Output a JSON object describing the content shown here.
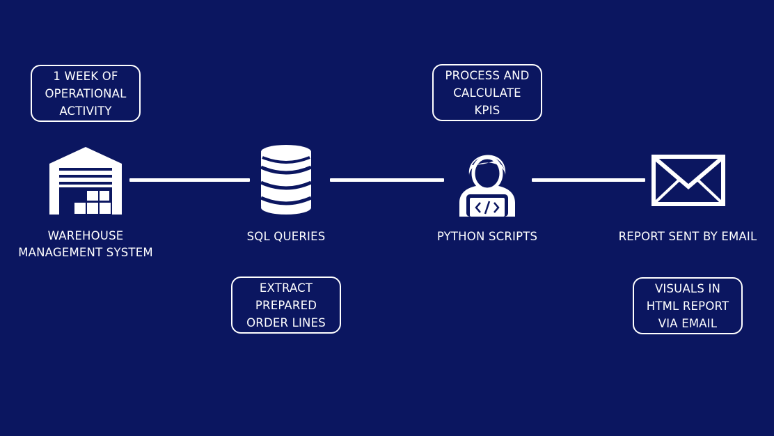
{
  "steps": [
    {
      "id": "warehouse",
      "icon": "warehouse-icon",
      "label_lines": [
        "WAREHOUSE",
        "MANAGEMENT SYSTEM"
      ],
      "note_lines": [
        "1 WEEK OF",
        "OPERATIONAL",
        "ACTIVITY"
      ],
      "note_position": "above"
    },
    {
      "id": "sql",
      "icon": "database-icon",
      "label_lines": [
        "SQL QUERIES"
      ],
      "note_lines": [
        "EXTRACT",
        "PREPARED",
        "ORDER LINES"
      ],
      "note_position": "below"
    },
    {
      "id": "python",
      "icon": "developer-icon",
      "label_lines": [
        "PYTHON SCRIPTS"
      ],
      "note_lines": [
        "PROCESS AND",
        "CALCULATE",
        "KPIS"
      ],
      "note_position": "above"
    },
    {
      "id": "email",
      "icon": "envelope-icon",
      "label_lines": [
        "REPORT SENT BY EMAIL"
      ],
      "note_lines": [
        "VISUALS IN",
        "HTML REPORT",
        "VIA EMAIL"
      ],
      "note_position": "below"
    }
  ],
  "colors": {
    "background": "#0b1660",
    "foreground": "#ffffff"
  }
}
